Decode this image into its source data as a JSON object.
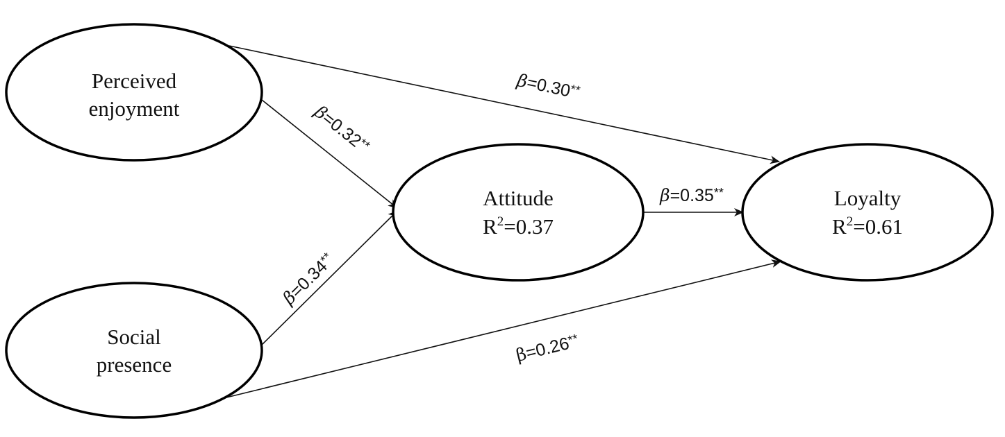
{
  "nodes": {
    "perceived_enjoyment": {
      "line1": "Perceived",
      "line2": "enjoyment"
    },
    "social_presence": {
      "line1": "Social",
      "line2": "presence"
    },
    "attitude": {
      "name": "Attitude",
      "r2_prefix": "R",
      "r2_sup": "2",
      "r2_value": "=0.37"
    },
    "loyalty": {
      "name": "Loyalty",
      "r2_prefix": "R",
      "r2_sup": "2",
      "r2_value": "=0.61"
    }
  },
  "paths": {
    "pe_to_loyalty": {
      "beta_symbol": "β",
      "value": "=0.30",
      "stars": "**"
    },
    "pe_to_attitude": {
      "beta_symbol": "β",
      "value": "=0.32",
      "stars": "**"
    },
    "sp_to_attitude": {
      "beta_symbol": "β",
      "value": "=0.34",
      "stars": "**"
    },
    "attitude_to_loyalty": {
      "beta_symbol": "β",
      "value": "=0.35",
      "stars": "**"
    },
    "sp_to_loyalty": {
      "beta_symbol": "β",
      "value": "=0.26",
      "stars": "**"
    }
  }
}
